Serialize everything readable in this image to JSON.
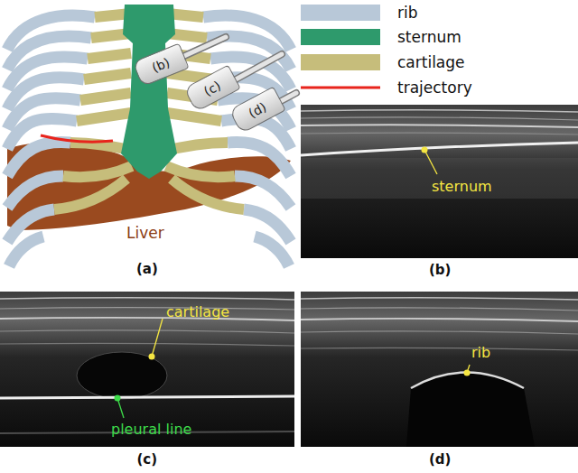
{
  "diagram": {
    "nodes": [
      {
        "text": [
          "(b)"
        ]
      },
      {
        "text": [
          "(c)"
        ]
      },
      {
        "text": [
          "(d)"
        ]
      },
      {
        "text": [
          "sternum"
        ]
      },
      {
        "text": [
          "cartilage",
          "pleural line"
        ]
      },
      {
        "text": [
          "rib"
        ]
      }
    ],
    "labels": [
      "Liver",
      "(a)",
      "(b)",
      "(c)",
      "(d)"
    ],
    "legend": [
      {
        "text": "rib",
        "color": "#b8c8d8"
      },
      {
        "text": "sternum",
        "color": "#2e9a6c"
      },
      {
        "text": "cartilage",
        "color": "#c6bd7b"
      },
      {
        "text": "trajectory"
      }
    ]
  }
}
